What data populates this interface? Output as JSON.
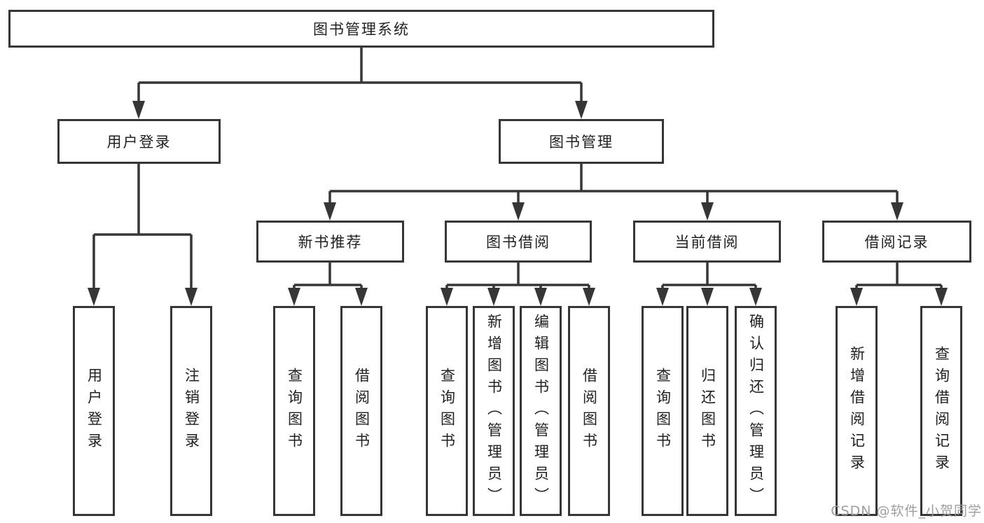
{
  "tree": {
    "root": "图书管理系统",
    "branches": [
      {
        "label": "用户登录",
        "leaves": [
          "用户登录",
          "注销登录"
        ]
      },
      {
        "label": "图书管理",
        "groups": [
          {
            "label": "新书推荐",
            "leaves": [
              "查询图书",
              "借阅图书"
            ]
          },
          {
            "label": "图书借阅",
            "leaves": [
              "查询图书",
              "新增图书（管理员）",
              "编辑图书（管理员）",
              "借阅图书"
            ]
          },
          {
            "label": "当前借阅",
            "leaves": [
              "查询图书",
              "归还图书",
              "确认归还（管理员）"
            ]
          },
          {
            "label": "借阅记录",
            "leaves": [
              "新增借阅记录",
              "查询借阅记录"
            ]
          }
        ]
      }
    ]
  },
  "watermark": {
    "text": "CSDN @软件_小贺同学"
  },
  "colors": {
    "line": "#363636",
    "text": "#212121",
    "watermark": "#9e9e9e"
  }
}
